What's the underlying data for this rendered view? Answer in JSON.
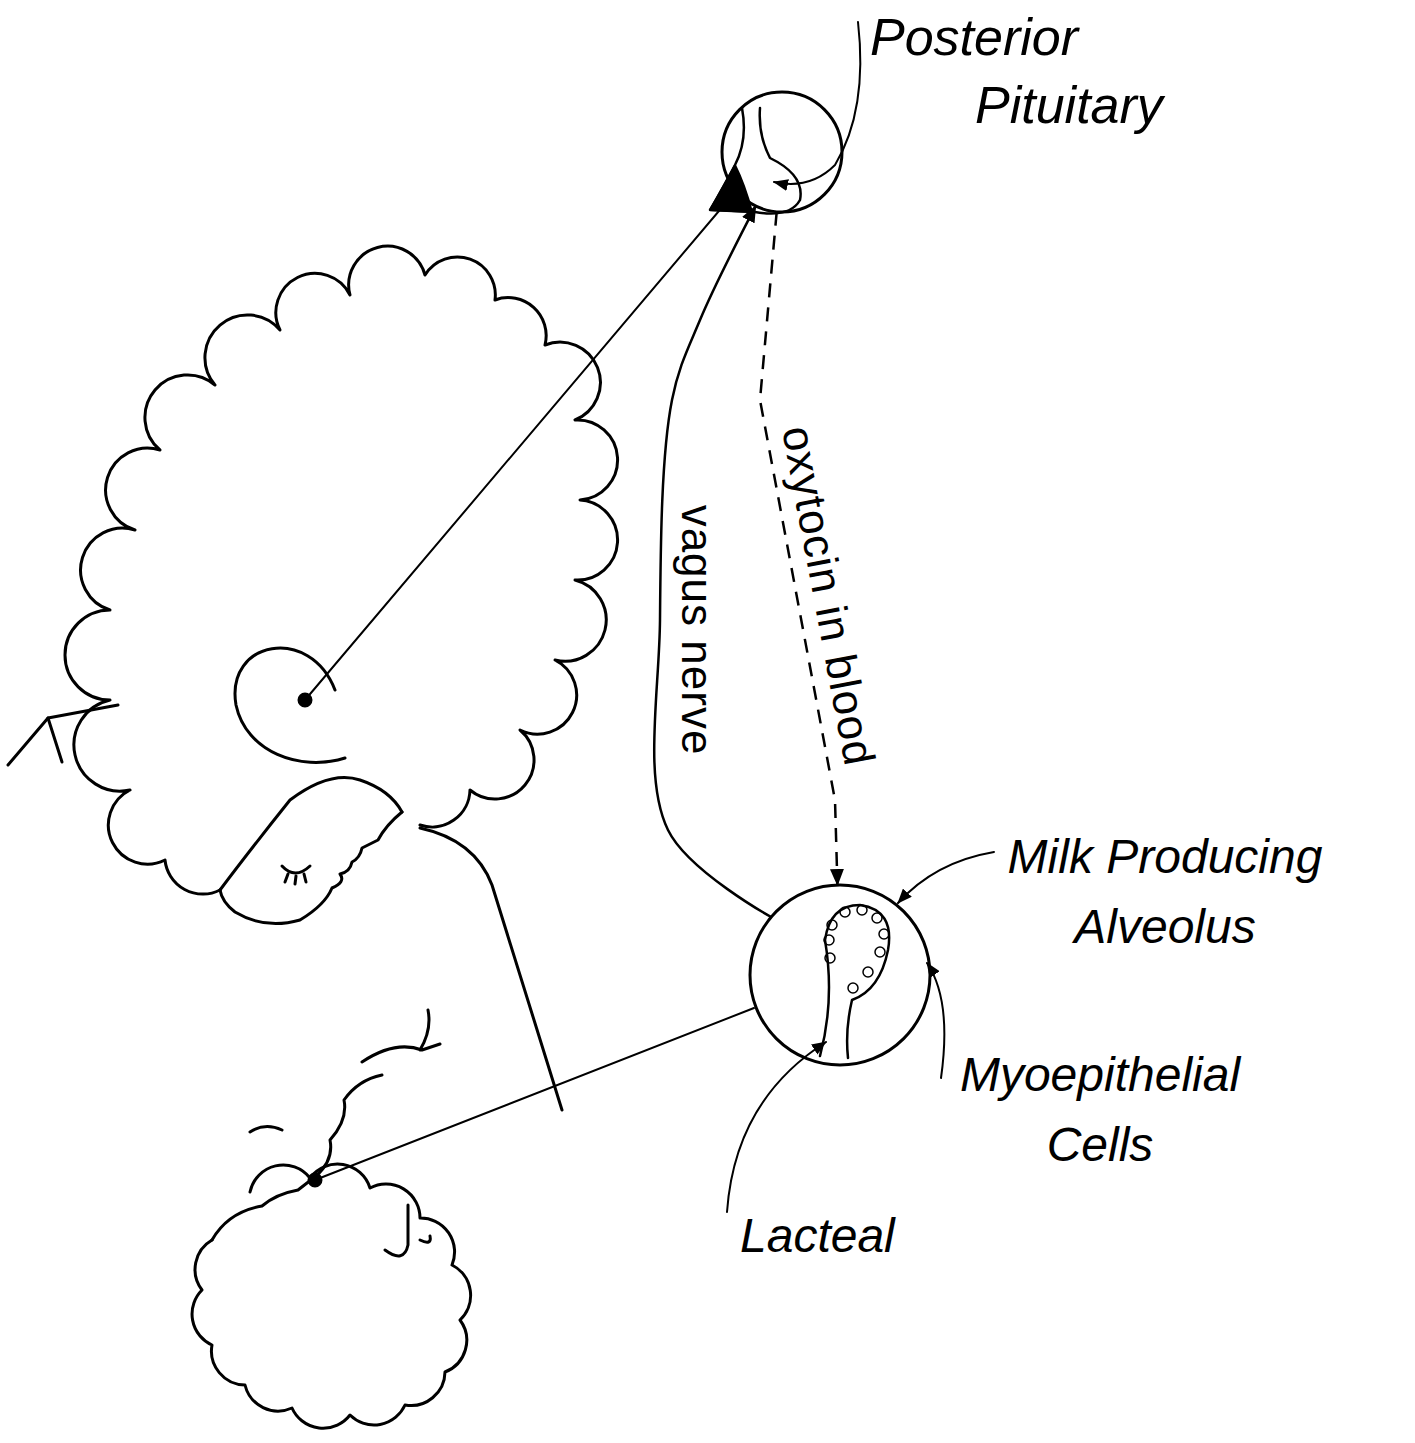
{
  "diagram": {
    "nodes": [
      {
        "text": [
          "Posterior Pituitary"
        ]
      },
      {
        "text": [
          "Milk Producing Alveolus"
        ]
      }
    ],
    "edges": [
      {
        "from": 1,
        "to": 0,
        "label": "vagus nerve",
        "arrow": "to"
      },
      {
        "from": 0,
        "to": 1,
        "label": "oxytocin in blood",
        "arrow": "to"
      }
    ],
    "labels": [
      "Myoepithelial Cells",
      "Lacteal"
    ]
  }
}
